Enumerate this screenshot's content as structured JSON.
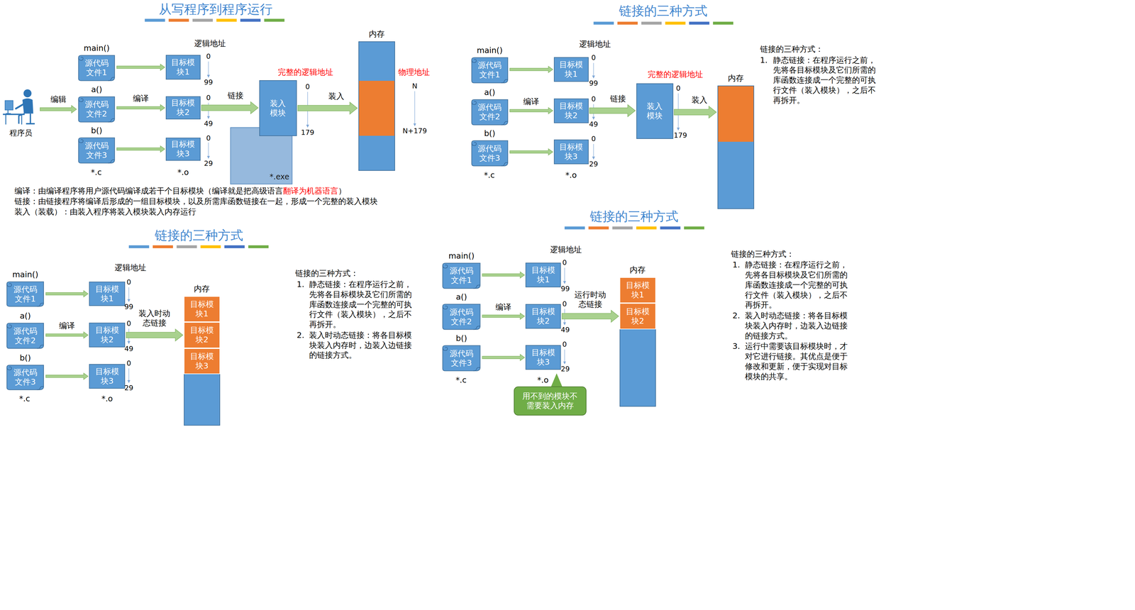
{
  "diagram": {
    "nodes": [
      {
        "text": [
          "程序员"
        ]
      },
      {
        "text": [
          "main()",
          "源代码文件1"
        ]
      },
      {
        "text": [
          "a()",
          "源代码文件2"
        ]
      },
      {
        "text": [
          "b()",
          "源代码文件3"
        ]
      },
      {
        "text": [
          "目标模块1"
        ]
      },
      {
        "text": [
          "目标模块2"
        ]
      },
      {
        "text": [
          "目标模块3"
        ]
      },
      {
        "text": [
          "*.exe"
        ]
      },
      {
        "text": [
          "装入模块"
        ]
      },
      {
        "text": [
          "内存"
        ]
      },
      {
        "text": [
          "main()",
          "源代码文件1"
        ]
      },
      {
        "text": [
          "a()",
          "源代码文件2"
        ]
      },
      {
        "text": [
          "b()",
          "源代码文件3"
        ]
      },
      {
        "text": [
          "目标模块1"
        ]
      },
      {
        "text": [
          "目标模块2"
        ]
      },
      {
        "text": [
          "目标模块3"
        ]
      },
      {
        "text": [
          "装入模块"
        ]
      },
      {
        "text": [
          "内存"
        ]
      },
      {
        "text": [
          "main()",
          "源代码文件1"
        ]
      },
      {
        "text": [
          "a()",
          "源代码文件2"
        ]
      },
      {
        "text": [
          "b()",
          "源代码文件3"
        ]
      },
      {
        "text": [
          "目标模块1"
        ]
      },
      {
        "text": [
          "目标模块2"
        ]
      },
      {
        "text": [
          "目标模块3"
        ]
      },
      {
        "text": [
          "内存"
        ]
      },
      {
        "text": [
          "目标模块1"
        ],
        "in": 24
      },
      {
        "text": [
          "目标模块2"
        ],
        "in": 24
      },
      {
        "text": [
          "目标模块3"
        ],
        "in": 24
      },
      {
        "text": [
          "main()",
          "源代码文件1"
        ]
      },
      {
        "text": [
          "a()",
          "源代码文件2"
        ]
      },
      {
        "text": [
          "b()",
          "源代码文件3"
        ]
      },
      {
        "text": [
          "目标模块1"
        ]
      },
      {
        "text": [
          "目标模块2"
        ]
      },
      {
        "text": [
          "目标模块3"
        ]
      },
      {
        "text": [
          "用不到的模块不需要装入内存"
        ]
      },
      {
        "text": [
          "内存"
        ]
      },
      {
        "text": [
          "目标模块1"
        ],
        "in": 35
      },
      {
        "text": [
          "目标模块2"
        ],
        "in": 35
      }
    ],
    "edges": [
      {
        "from": 0,
        "to": 2,
        "label": "编辑",
        "arrow": "to"
      },
      {
        "from": 1,
        "to": 4,
        "arrow": "to"
      },
      {
        "from": 2,
        "to": 5,
        "label": "编译",
        "arrow": "to"
      },
      {
        "from": 3,
        "to": 6,
        "arrow": "to"
      },
      {
        "from": 5,
        "to": 8,
        "label": "链接",
        "arrow": "to"
      },
      {
        "from": 8,
        "to": 9,
        "label": "装入",
        "arrow": "to"
      },
      {
        "from": 10,
        "to": 13,
        "arrow": "to"
      },
      {
        "from": 11,
        "to": 14,
        "label": "编译",
        "arrow": "to"
      },
      {
        "from": 12,
        "to": 15,
        "arrow": "to"
      },
      {
        "from": 14,
        "to": 16,
        "label": "链接",
        "arrow": "to"
      },
      {
        "from": 16,
        "to": 17,
        "label": "装入",
        "arrow": "to"
      },
      {
        "from": 18,
        "to": 21,
        "arrow": "to"
      },
      {
        "from": 19,
        "to": 22,
        "label": "编译",
        "arrow": "to"
      },
      {
        "from": 20,
        "to": 23,
        "arrow": "to"
      },
      {
        "from": 22,
        "to": 24,
        "label": "装入时动态链接",
        "arrow": "to"
      },
      {
        "from": 28,
        "to": 31,
        "arrow": "to"
      },
      {
        "from": 29,
        "to": 32,
        "label": "编译",
        "arrow": "to"
      },
      {
        "from": 30,
        "to": 33,
        "arrow": "to"
      },
      {
        "from": 32,
        "to": 35,
        "label": "运行时动态链接",
        "arrow": "to"
      }
    ],
    "labels": [
      "从写程序到程序运行",
      "逻辑地址",
      "0",
      "99",
      "0",
      "49",
      "0",
      "29",
      "*.c",
      "*.o",
      "完整的逻辑地址",
      "0",
      "179",
      "物理地址",
      "N",
      "N+179",
      "编译：由编译程序将用户源代码编译成若干个目标模块（编译就是把高级语言",
      "翻译为机器语言",
      "）",
      "链接：由链接程序将编译后形成的一组目标模块，以及所需库函数链接在一起，形成一个完整的装入模块",
      "装入（装载）：由装入程序将装入模块装入内存运行",
      "链接的三种方式",
      "逻辑地址",
      "0",
      "99",
      "0",
      "49",
      "0",
      "29",
      "*.c",
      "*.o",
      "完整的逻辑地址",
      "0",
      "179",
      "链接的三种方式：",
      "1.",
      "静态链接：在程序运行之前，先将各目标模块及它们所需的库函数连接成一个完整的可执行文件（装入模块），之后不再拆开。",
      "链接的三种方式",
      "逻辑地址",
      "0",
      "99",
      "0",
      "49",
      "0",
      "29",
      "*.c",
      "*.o",
      "链接的三种方式：",
      "1.",
      "静态链接：在程序运行之前，先将各目标模块及它们所需的库函数连接成一个完整的可执行文件（装入模块），之后不再拆开。",
      "2.",
      "装入时动态链接：将各目标模块装入内存时，边装入边链接的链接方式。",
      "链接的三种方式",
      "逻辑地址",
      "0",
      "99",
      "0",
      "49",
      "0",
      "29",
      "*.c",
      "*.o",
      "链接的三种方式：",
      "1.",
      "静态链接：在程序运行之前，先将各目标模块及它们所需的库函数连接成一个完整的可执行文件（装入模块），之后不再拆开。",
      "2.",
      "装入时动态链接：将各目标模块装入内存时，边装入边链接的链接方式。",
      "3.",
      "运行中需要该目标模块时，才对它进行链接。其优点是便于修改和更新，便于实现对目标模块的共享。"
    ]
  }
}
